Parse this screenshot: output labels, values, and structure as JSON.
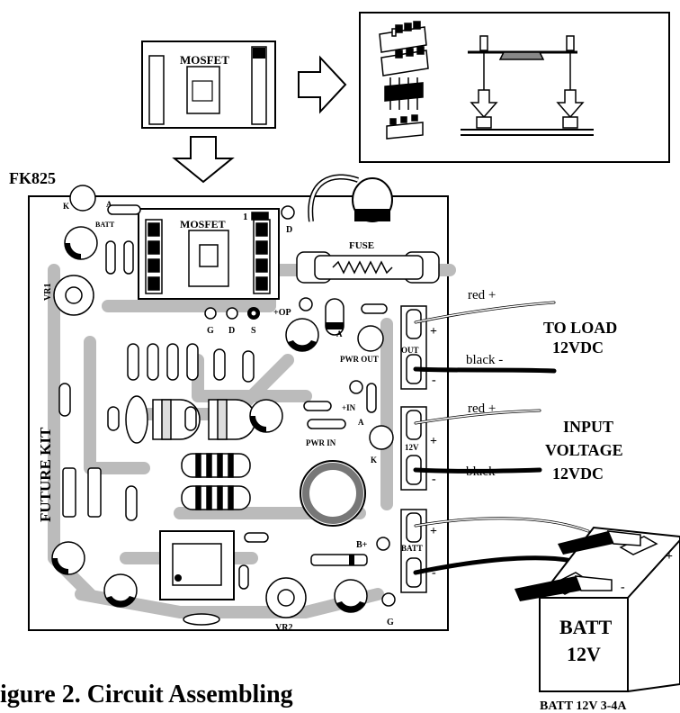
{
  "title": "FK825",
  "caption": "igure 2. Circuit Assembling",
  "module": {
    "label": "MOSFET",
    "pin1": "1",
    "pins": [
      "G",
      "D",
      "S"
    ]
  },
  "pcb": {
    "fuse": "FUSE",
    "brand": "FUTURE KIT",
    "refs": {
      "vr1": "VR1",
      "vr2": "VR2",
      "batt": "BATT",
      "a": "A",
      "k": "K",
      "d": "D",
      "g": "G",
      "op": "+OP",
      "in": "+IN",
      "pwr_out": "PWR OUT",
      "pwr_in": "PWR IN",
      "b_plus": "B+",
      "out_term": "OUT",
      "v12_term": "12V",
      "batt_term": "BATT",
      "plus": "+",
      "minus": "-"
    }
  },
  "wires": {
    "red": "red +",
    "black": "black -"
  },
  "sections": {
    "load": [
      "TO LOAD",
      "12VDC"
    ],
    "input": [
      "INPUT",
      "VOLTAGE",
      "12VDC"
    ]
  },
  "battery": {
    "label": [
      "BATT",
      "12V"
    ],
    "caption": "BATT 12V 3-4A",
    "plus": "+",
    "minus": "-"
  }
}
